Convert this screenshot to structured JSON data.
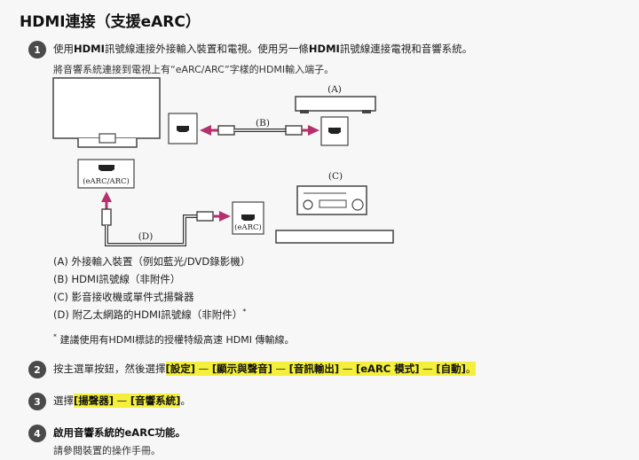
{
  "title": "HDMI連接（支援eARC）",
  "step1": {
    "num": "1",
    "text_a": "使用",
    "text_b": "HDMI",
    "text_c": "訊號線連接外接輸入裝置和電視。使用另一條",
    "text_d": "HDMI",
    "text_e": "訊號線連接電視和音響系統。",
    "sub": "將音響系統連接到電視上有“eARC/ARC”字樣的HDMI輸入端子。"
  },
  "diagram": {
    "label_a": "(A)",
    "label_b": "(B)",
    "label_c": "(C)",
    "label_d": "(D)",
    "tv_port": "(eARC/ARC)",
    "av_port": "(eARC)"
  },
  "legend": [
    "(A) 外接輸入裝置（例如藍光/DVD錄影機）",
    "(B) HDMI訊號線（非附件）",
    "(C) 影音接收機或單件式揚聲器",
    "(D) 附乙太網路的HDMI訊號線（非附件）"
  ],
  "legend_mark": "*",
  "note_mark": "*",
  "note": "建議使用有HDMI標誌的授權特級高速 HDMI 傳輸線。",
  "step2": {
    "num": "2",
    "pre": "按主選單按鈕，然後選擇",
    "items": [
      "[設定]",
      "[顯示與聲音]",
      "[音訊輸出]",
      "[eARC 模式]",
      "[自動]"
    ],
    "sep": " — ",
    "end": "。"
  },
  "step3": {
    "num": "3",
    "pre": "選擇",
    "items": [
      "[揚聲器]",
      "[音響系統]"
    ],
    "sep": " — ",
    "end": "。"
  },
  "step4": {
    "num": "4",
    "pre": "啟用音響系統的",
    "bold": "eARC",
    "post": "功能。",
    "sub": "請參閱裝置的操作手冊。"
  },
  "colors": {
    "cable_arrow": "#b5306c",
    "badge": "#4a4a4a",
    "highlight": "#f3ef3a"
  }
}
